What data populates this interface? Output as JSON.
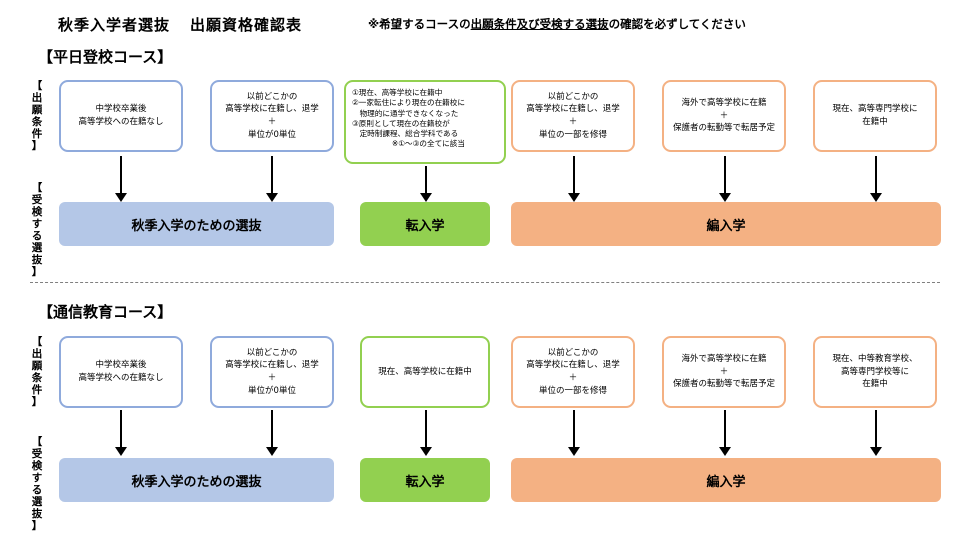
{
  "header": {
    "title_part1": "秋季入学者選抜",
    "title_part2": "出願資格確認表",
    "notice_prefix": "※希望するコースの",
    "notice_underlined": "出願条件及び受検する選抜",
    "notice_suffix": "の確認を必ずしてください"
  },
  "row_labels": {
    "conditions": [
      "【",
      "出",
      "願",
      "条",
      "件",
      "】"
    ],
    "selection": [
      "【",
      "受",
      "検",
      "す",
      "る",
      "選",
      "抜",
      "】"
    ]
  },
  "sections": [
    {
      "title": "【平日登校コース】",
      "conditions": [
        {
          "lines": [
            "中学校卒業後",
            "高等学校への在籍なし"
          ]
        },
        {
          "lines": [
            "以前どこかの",
            "高等学校に在籍し、退学",
            "＋",
            "単位が0単位"
          ]
        },
        {
          "lines": [
            "①現在、高等学校に在籍中",
            "②一家転住により現在の在籍校に",
            "　物理的に通学できなくなった",
            "③原則として現在の在籍校が",
            "　定時制課程、総合学科である"
          ],
          "note": "※①～③の全てに該当"
        },
        {
          "lines": [
            "以前どこかの",
            "高等学校に在籍し、退学",
            "＋",
            "単位の一部を修得"
          ]
        },
        {
          "lines": [
            "海外で高等学校に在籍",
            "＋",
            "保護者の転勤等で転居予定"
          ]
        },
        {
          "lines": [
            "現在、高等専門学校に",
            "在籍中"
          ]
        }
      ],
      "results": [
        "秋季入学のための選抜",
        "転入学",
        "編入学"
      ]
    },
    {
      "title": "【通信教育コース】",
      "conditions": [
        {
          "lines": [
            "中学校卒業後",
            "高等学校への在籍なし"
          ]
        },
        {
          "lines": [
            "以前どこかの",
            "高等学校に在籍し、退学",
            "＋",
            "単位が0単位"
          ]
        },
        {
          "lines": [
            "現在、高等学校に在籍中"
          ]
        },
        {
          "lines": [
            "以前どこかの",
            "高等学校に在籍し、退学",
            "＋",
            "単位の一部を修得"
          ]
        },
        {
          "lines": [
            "海外で高等学校に在籍",
            "＋",
            "保護者の転勤等で転居予定"
          ]
        },
        {
          "lines": [
            "現在、中等教育学校、",
            "高等専門学校等に",
            "在籍中"
          ]
        }
      ],
      "results": [
        "秋季入学のための選抜",
        "転入学",
        "編入学"
      ]
    }
  ],
  "colors": {
    "blue_border": "#8faadc",
    "green_border": "#92d050",
    "orange_border": "#f4b183",
    "blue_fill": "#b4c7e7",
    "green_fill": "#92d050",
    "orange_fill": "#f4b183"
  }
}
